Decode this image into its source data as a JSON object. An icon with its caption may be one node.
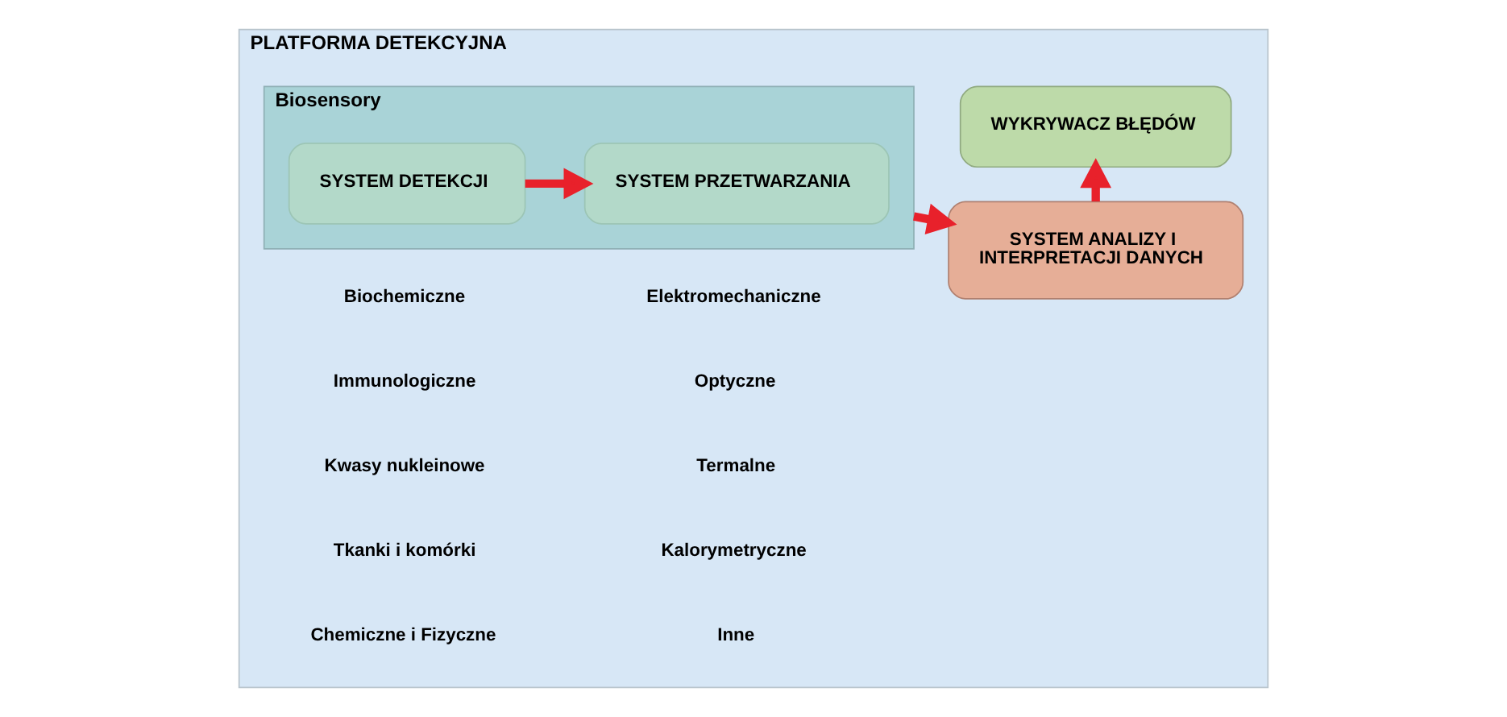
{
  "diagram": {
    "nodes": [
      {
        "text": [
          "PLATFORMA DETEKCYJNA"
        ]
      },
      {
        "text": [
          "Biosensory"
        ],
        "in": 0
      },
      {
        "text": [
          "SYSTEM DETEKCJI"
        ],
        "in": 1
      },
      {
        "text": [
          "SYSTEM PRZETWARZANIA"
        ],
        "in": 1
      },
      {
        "text": [
          "SYSTEM ANALIZY I INTERPRETACJI DANYCH"
        ],
        "in": 0
      },
      {
        "text": [
          "WYKRYWACZ BŁĘDÓW"
        ],
        "in": 0
      }
    ],
    "edges": [
      {
        "from": 2,
        "to": 3,
        "arrow": "to"
      },
      {
        "from": 1,
        "to": 4,
        "arrow": "to"
      },
      {
        "from": 4,
        "to": 5,
        "arrow": "to"
      }
    ],
    "labels": [
      "Biochemiczne",
      "Immunologiczne",
      "Kwasy nukleinowe",
      "Tkanki i komórki",
      "Chemiczne i Fizyczne",
      "Elektromechaniczne",
      "Optyczne",
      "Termalne",
      "Kalorymetryczne",
      "Inne"
    ]
  }
}
